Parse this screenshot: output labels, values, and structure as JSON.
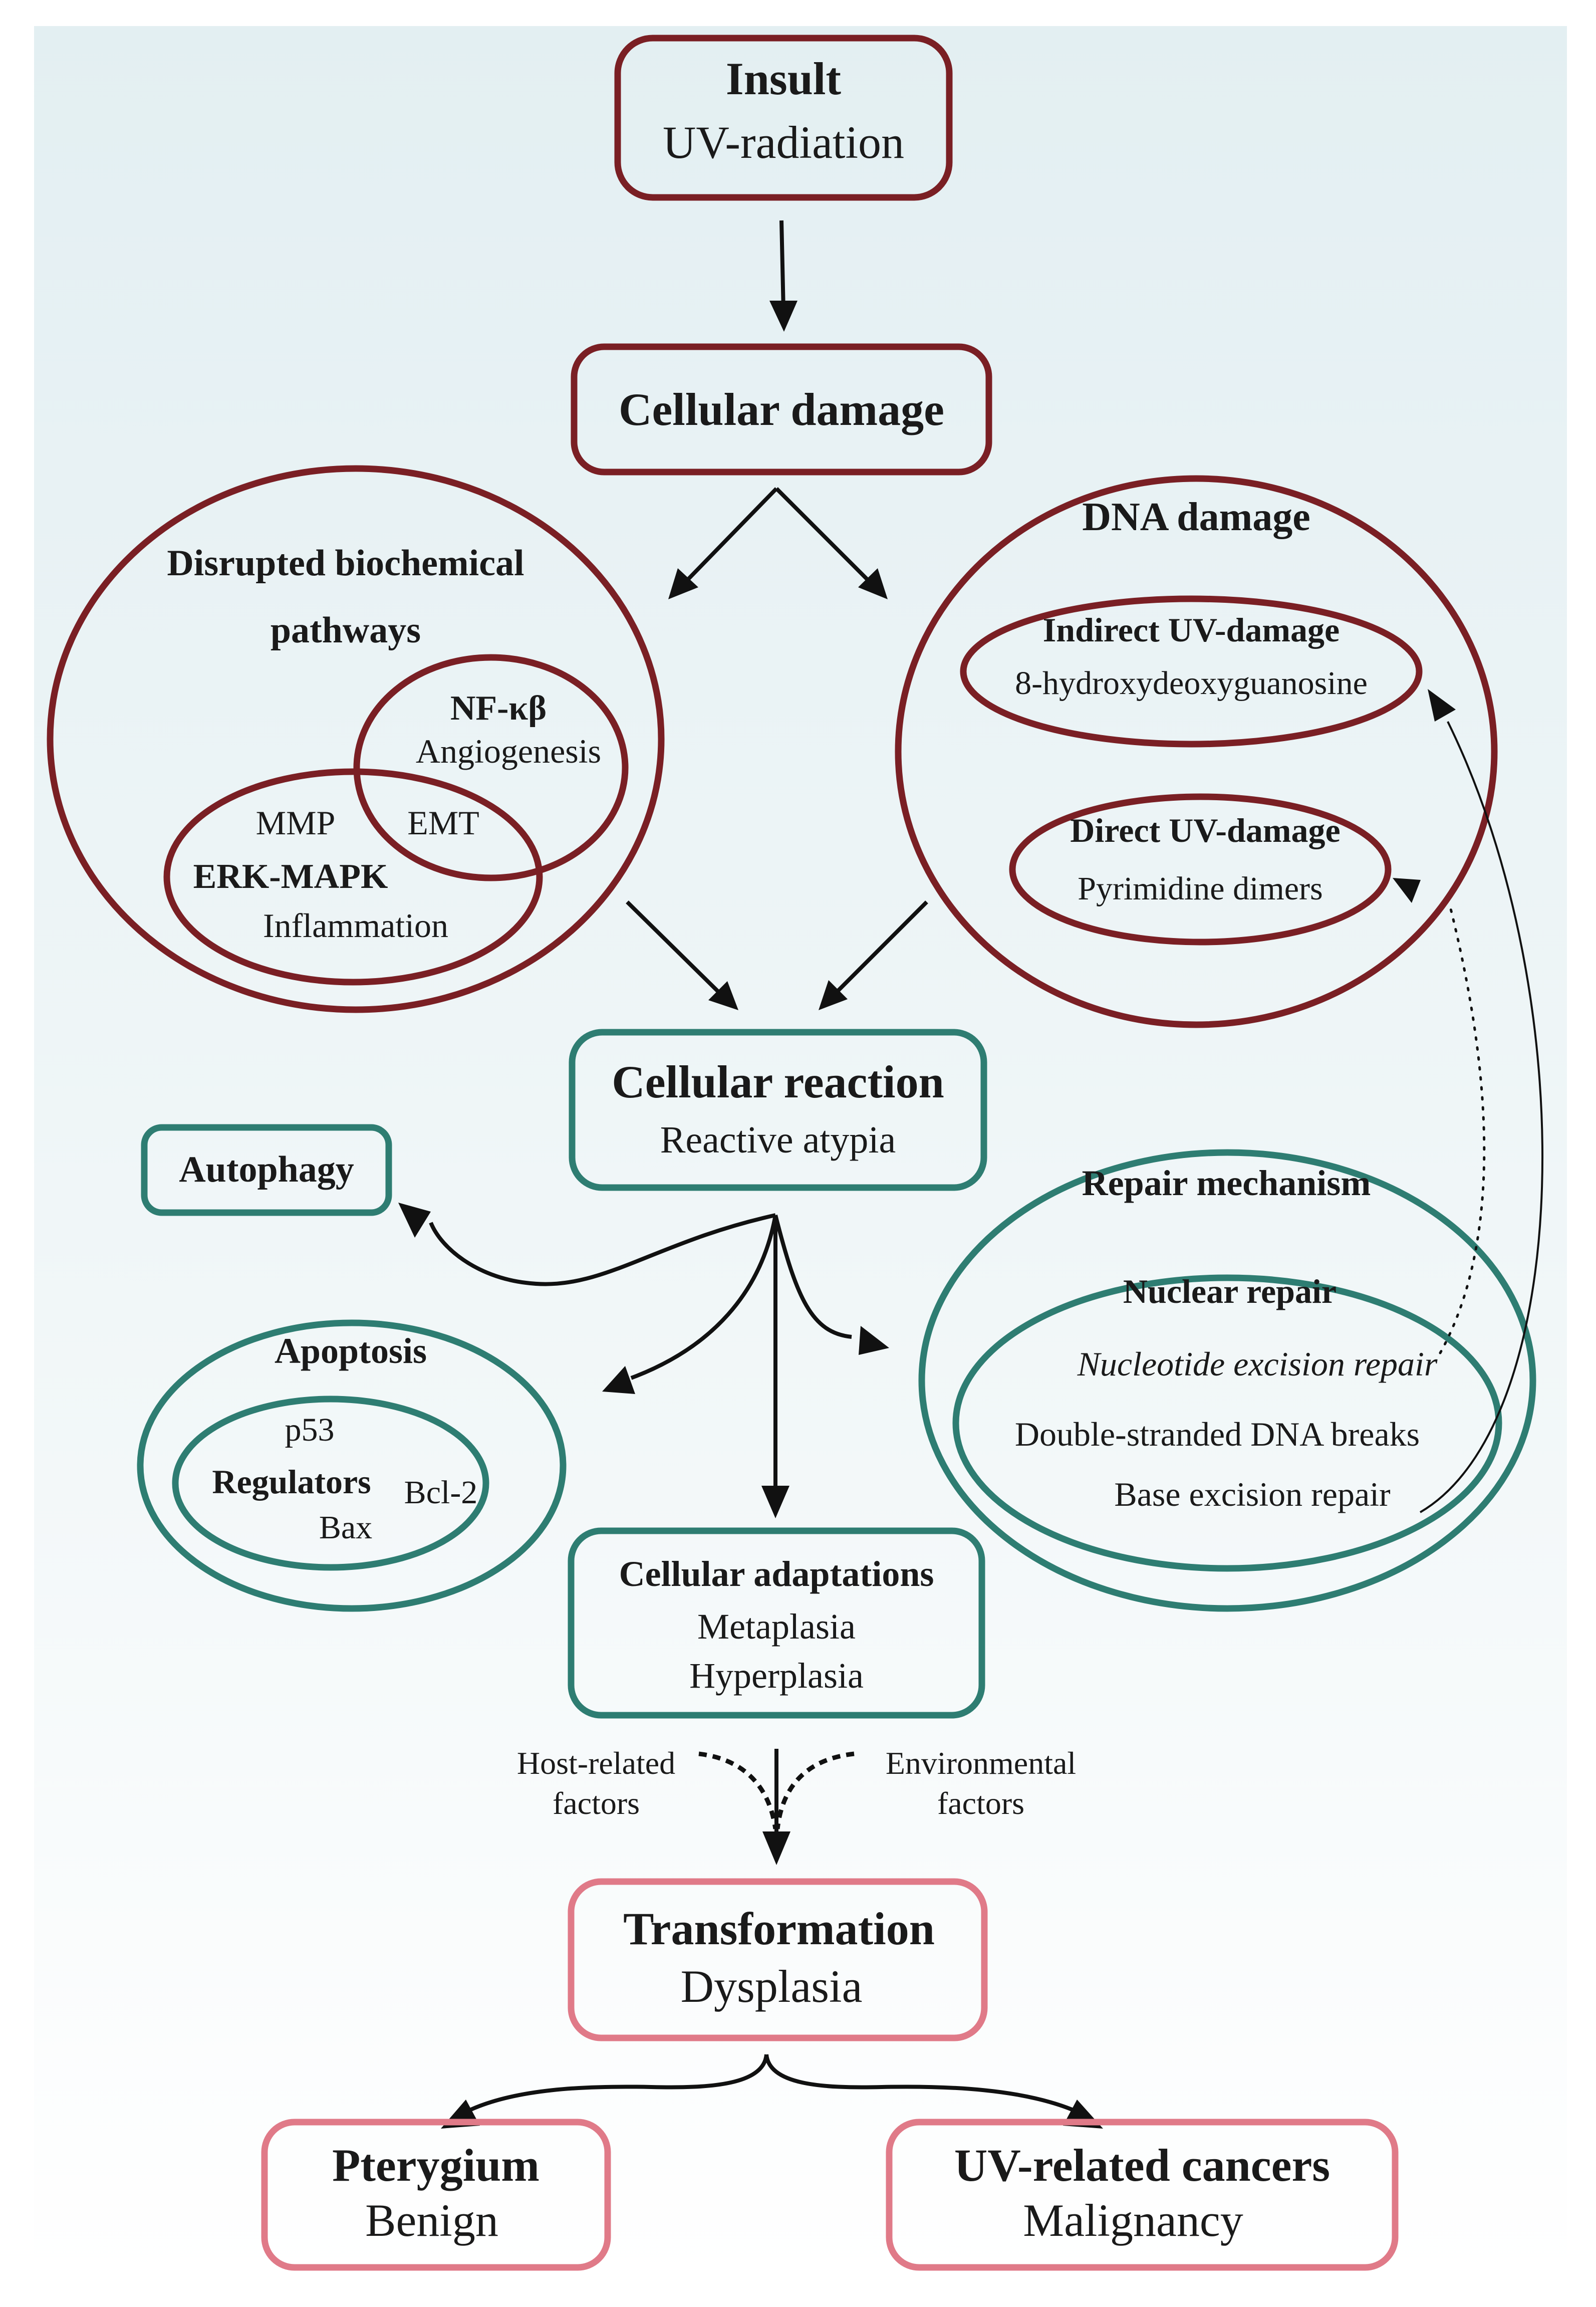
{
  "insult": {
    "title": "Insult",
    "subtitle": "UV-radiation"
  },
  "cellular_damage": {
    "title": "Cellular damage"
  },
  "disrupted": {
    "title_line1": "Disrupted biochemical",
    "title_line2": "pathways",
    "nfkb": "NF-κβ",
    "angiogenesis": "Angiogenesis",
    "mmp": "MMP",
    "emt": "EMT",
    "erk": "ERK-MAPK",
    "inflammation": "Inflammation"
  },
  "dna_damage": {
    "title": "DNA damage",
    "indirect_title": "Indirect UV-damage",
    "indirect_sub": "8-hydroxydeoxyguanosine",
    "direct_title": "Direct UV-damage",
    "direct_sub": "Pyrimidine dimers"
  },
  "cellular_reaction": {
    "title": "Cellular reaction",
    "subtitle": "Reactive atypia"
  },
  "autophagy": {
    "title": "Autophagy"
  },
  "apoptosis": {
    "title": "Apoptosis",
    "p53": "p53",
    "regulators": "Regulators",
    "bcl2": "Bcl-2",
    "bax": "Bax"
  },
  "repair": {
    "title": "Repair mechanism",
    "nuclear": "Nuclear repair",
    "ner": "Nucleotide excision repair",
    "dsb": "Double-stranded DNA breaks",
    "ber": "Base excision repair"
  },
  "adaptations": {
    "title": "Cellular adaptations",
    "line1": "Metaplasia",
    "line2": "Hyperplasia"
  },
  "factors": {
    "host_line1": "Host-related",
    "host_line2": "factors",
    "env_line1": "Environmental",
    "env_line2": "factors"
  },
  "transformation": {
    "title": "Transformation",
    "subtitle": "Dysplasia"
  },
  "pterygium": {
    "title": "Pterygium",
    "subtitle": "Benign"
  },
  "cancers": {
    "title": "UV-related cancers",
    "subtitle": "Malignancy"
  },
  "colors": {
    "damage_stroke": "#7a1f24",
    "reaction_stroke": "#2e7d72",
    "outcome_stroke": "#e07a88",
    "background_top": "#e3eff2",
    "background_bottom": "#ffffff"
  }
}
